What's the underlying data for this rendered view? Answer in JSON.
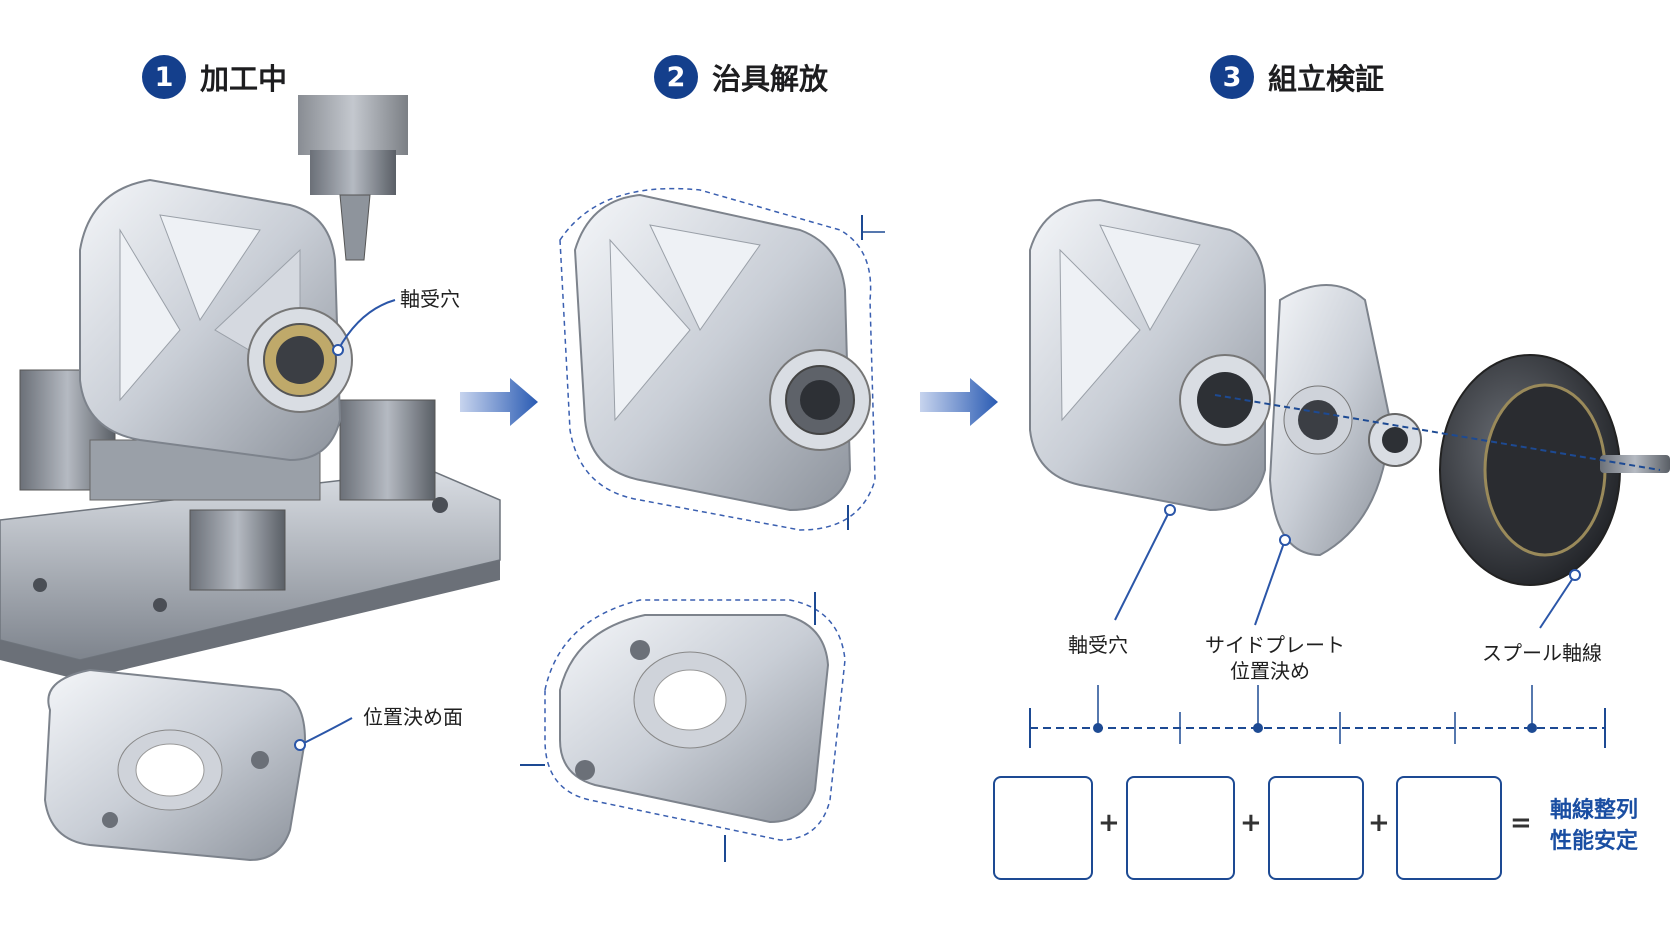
{
  "steps": [
    {
      "number": "1",
      "title": "加工中"
    },
    {
      "number": "2",
      "title": "治具解放"
    },
    {
      "number": "3",
      "title": "組立検証"
    }
  ],
  "labels": {
    "bearing_hole_step1": "軸受穴",
    "locating_face": "位置決め面",
    "bearing_hole_step3": "軸受穴",
    "side_plate_line1": "サイドプレート",
    "side_plate_line2": "位置決め",
    "spool_axis": "スプール軸線"
  },
  "equation": {
    "plus": "+",
    "equals": "=",
    "result_line1": "軸線整列",
    "result_line2": "性能安定"
  },
  "colors": {
    "accent_navy": "#143f8c",
    "accent_blue": "#1a4ea2",
    "metal_light": "#e6e9ee",
    "metal_dark": "#8a9099",
    "dashed": "#3a5fb0"
  }
}
